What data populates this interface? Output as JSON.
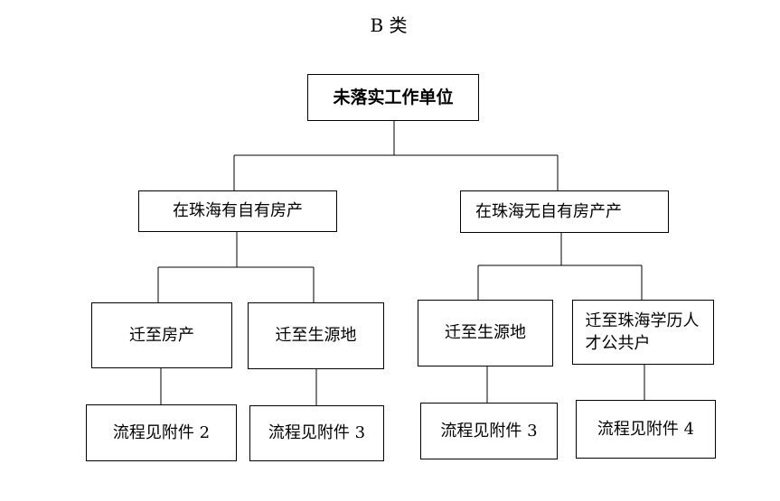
{
  "title": "B 类",
  "nodes": {
    "root": "未落实工作单位",
    "left_mid": "在珠海有自有房产",
    "right_mid": "在珠海无自有房产产",
    "ll": "迁至房产",
    "lr": "迁至生源地",
    "rl": "迁至生源地",
    "rr": "迁至珠海学历人才公共户",
    "ll_leaf": "流程见附件 2",
    "lr_leaf": "流程见附件 3",
    "rl_leaf": "流程见附件 3",
    "rr_leaf": "流程见附件 4"
  }
}
